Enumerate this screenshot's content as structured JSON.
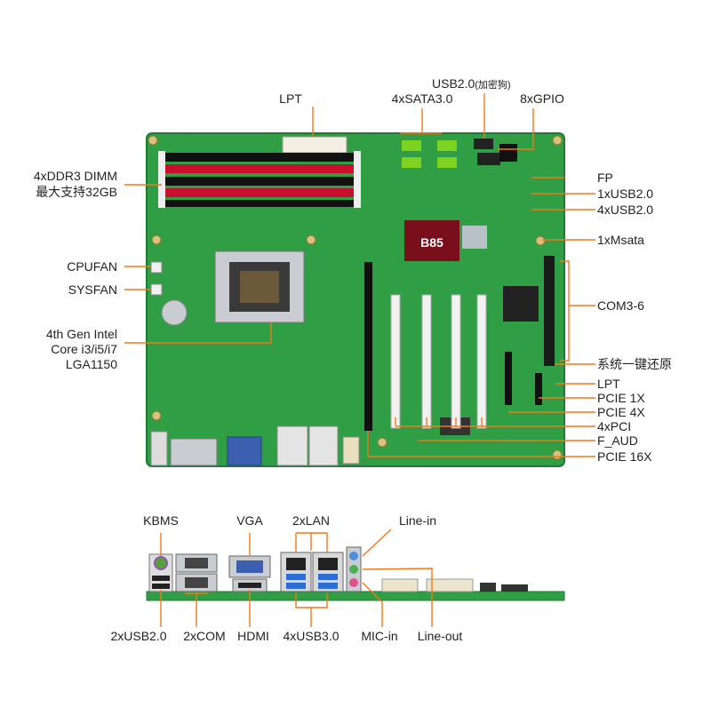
{
  "board_labels": {
    "lpt_top": "LPT",
    "sata": "4xSATA3.0",
    "usb_dongle_main": "USB2.0",
    "usb_dongle_note": "(加密狗)",
    "gpio": "8xGPIO",
    "ddr_line1": "4xDDR3 DIMM",
    "ddr_line2": "最大支持32GB",
    "fp": "FP",
    "usb1": "1xUSB2.0",
    "usb4": "4xUSB2.0",
    "msata": "1xMsata",
    "chip": "B85",
    "cpufan": "CPUFAN",
    "sysfan": "SYSFAN",
    "com36": "COM3-6",
    "cpu_line1": "4th Gen Intel",
    "cpu_line2": "Core i3/i5/i7",
    "cpu_line3": "LGA1150",
    "restore": "系统一键还原",
    "lpt_right": "LPT",
    "pcie1x": "PCIE 1X",
    "pcie4x": "PCIE 4X",
    "pci4": "4xPCI",
    "faud": "F_AUD",
    "pcie16x": "PCIE 16X"
  },
  "io_labels": {
    "kbms": "KBMS",
    "vga": "VGA",
    "lan": "2xLAN",
    "linein": "Line-in",
    "usb2": "2xUSB2.0",
    "com": "2xCOM",
    "hdmi": "HDMI",
    "usb3": "4xUSB3.0",
    "micin": "MIC-in",
    "lineout": "Line-out"
  },
  "colors": {
    "pcb": "#2f9e44",
    "pcb_dark": "#1f7a33",
    "leader": "#f07a1a",
    "dimm": "#c8102e",
    "sata": "#7ed321",
    "chip": "#7a0f1c"
  }
}
